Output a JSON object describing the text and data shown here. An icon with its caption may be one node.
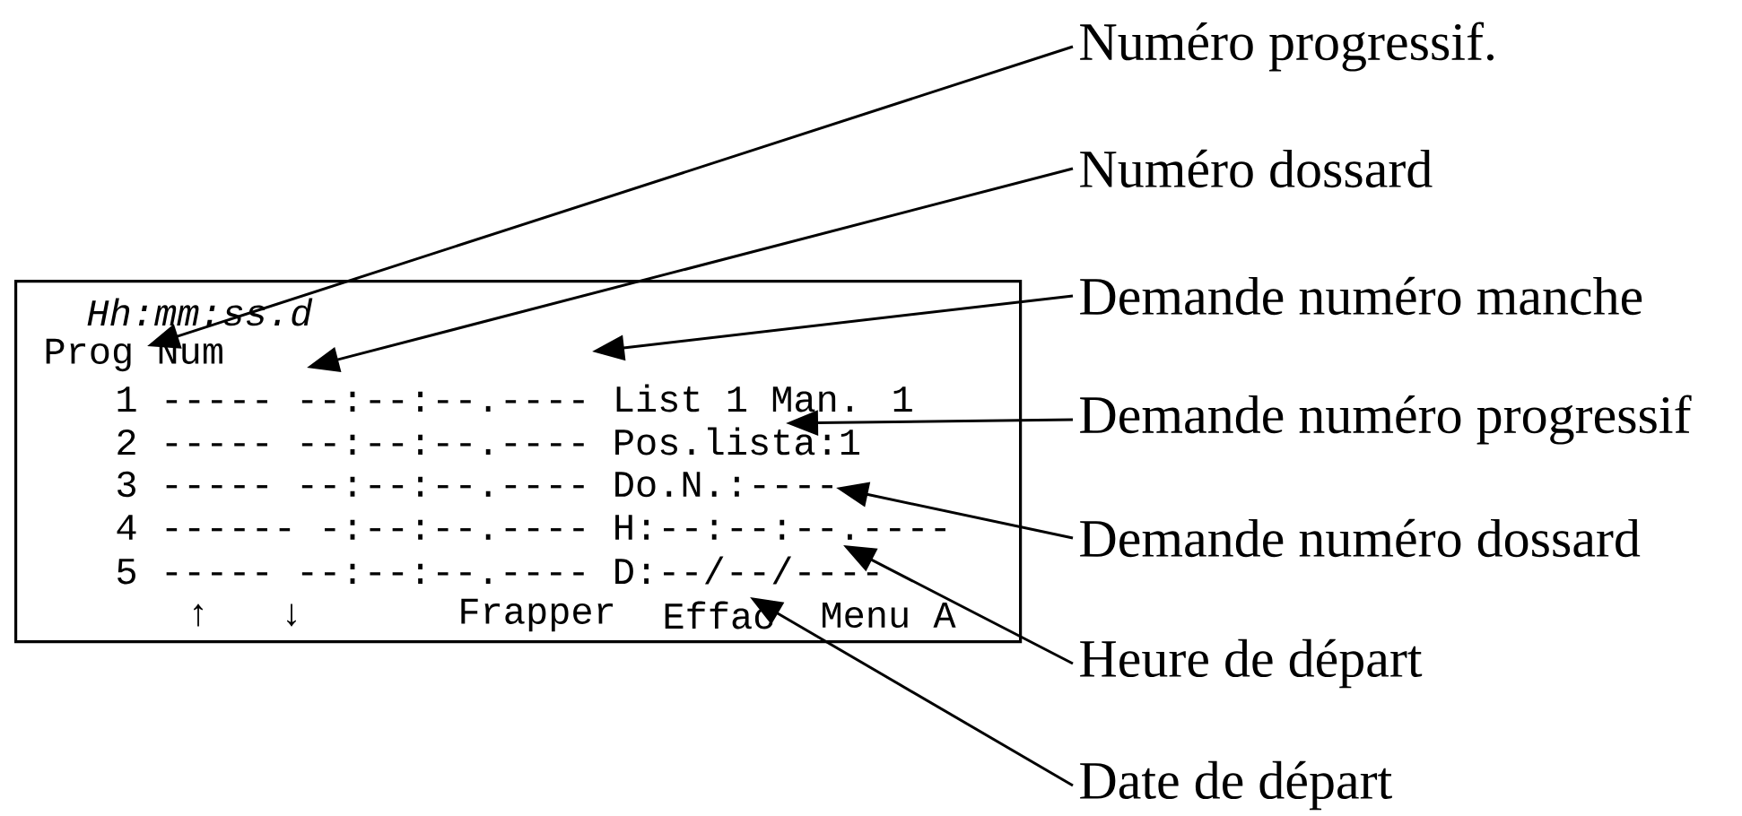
{
  "diagram": {
    "nodes": [
      {
        "text": [
          "Hh:mm:ss.d",
          "Prog Num",
          "1 ----- --:--:--.---- List 1 Man. 1",
          "2 ----- --:--:--.---- Pos.lista:1",
          "3 ----- --:--:--.---- Do.N.:----",
          "4 ------ -:--:--.---- H:--:--:--.----",
          "5 ----- --:--:--.---- D:--/--/----",
          "↑",
          "↓",
          "Frapper",
          "Effac",
          "Menu A"
        ]
      },
      {
        "text": [
          "Numéro progressif."
        ]
      },
      {
        "text": [
          "Numéro dossard"
        ]
      },
      {
        "text": [
          "Demande numéro manche"
        ]
      },
      {
        "text": [
          "Demande numéro progressif"
        ]
      },
      {
        "text": [
          "Demande numéro dossard"
        ]
      },
      {
        "text": [
          "Heure de départ"
        ]
      },
      {
        "text": [
          "Date de départ"
        ]
      }
    ],
    "edges": [
      {
        "from": 1,
        "to": 0,
        "arrow": "to"
      },
      {
        "from": 2,
        "to": 0,
        "arrow": "to"
      },
      {
        "from": 3,
        "to": 0,
        "arrow": "to"
      },
      {
        "from": 4,
        "to": 0,
        "arrow": "to"
      },
      {
        "from": 5,
        "to": 0,
        "arrow": "to"
      },
      {
        "from": 6,
        "to": 0,
        "arrow": "to"
      },
      {
        "from": 7,
        "to": 0,
        "arrow": "to"
      }
    ]
  }
}
